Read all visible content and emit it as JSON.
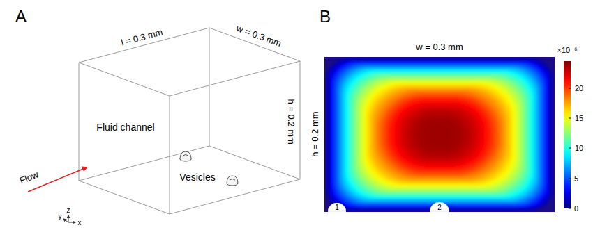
{
  "diagram": {
    "nodes": [
      {
        "text": [
          "1"
        ]
      },
      {
        "text": [
          "2"
        ]
      }
    ],
    "labels": [
      "A",
      "B",
      "l = 0.3 mm",
      "w = 0.3 mm",
      "h = 0.2 mm",
      "Fluid channel",
      "Vesicles",
      "Flow",
      "y",
      "z",
      "x",
      "w = 0.3 mm",
      "h = 0.2 mm",
      "×10⁻⁶",
      "20",
      "15",
      "10",
      "5",
      "0"
    ]
  }
}
